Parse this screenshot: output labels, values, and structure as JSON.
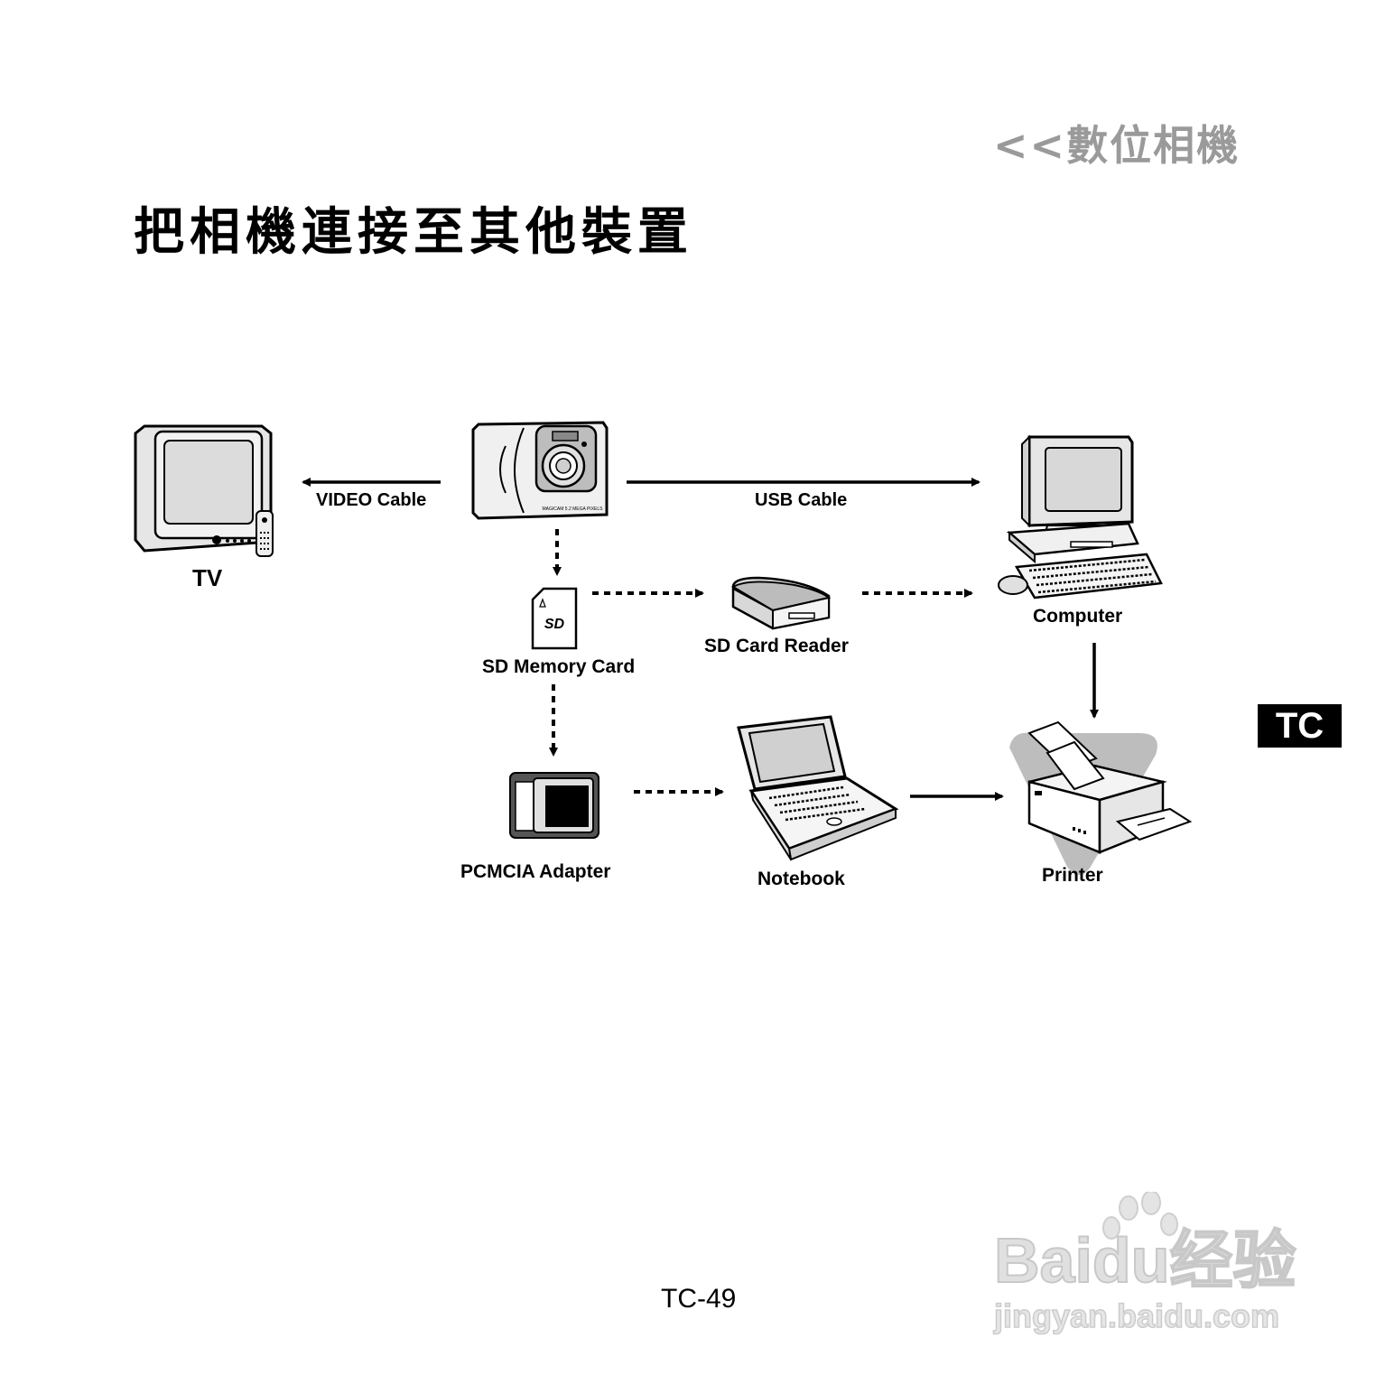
{
  "header": {
    "tag": "<<數位相機",
    "title": "把相機連接至其他裝置"
  },
  "badge": "TC",
  "footer": {
    "page_number": "TC-49"
  },
  "diagram": {
    "devices": {
      "tv": "TV",
      "sd_card": "SD Memory Card",
      "card_reader": "SD Card Reader",
      "computer": "Computer",
      "pcmcia": "PCMCIA Adapter",
      "notebook": "Notebook",
      "printer": "Printer"
    },
    "connections": {
      "video": "VIDEO Cable",
      "usb": "USB Cable"
    },
    "camera_text": "MAGICAM 5.2 MEGA PIXELS",
    "sd_logo": "SD"
  },
  "watermark": {
    "brand": "Baidu经验",
    "url": "jingyan.baidu.com"
  },
  "colors": {
    "badge_bg": "#000000",
    "header_tag": "#9a9a9a",
    "watermark": "#d6d6d6"
  }
}
